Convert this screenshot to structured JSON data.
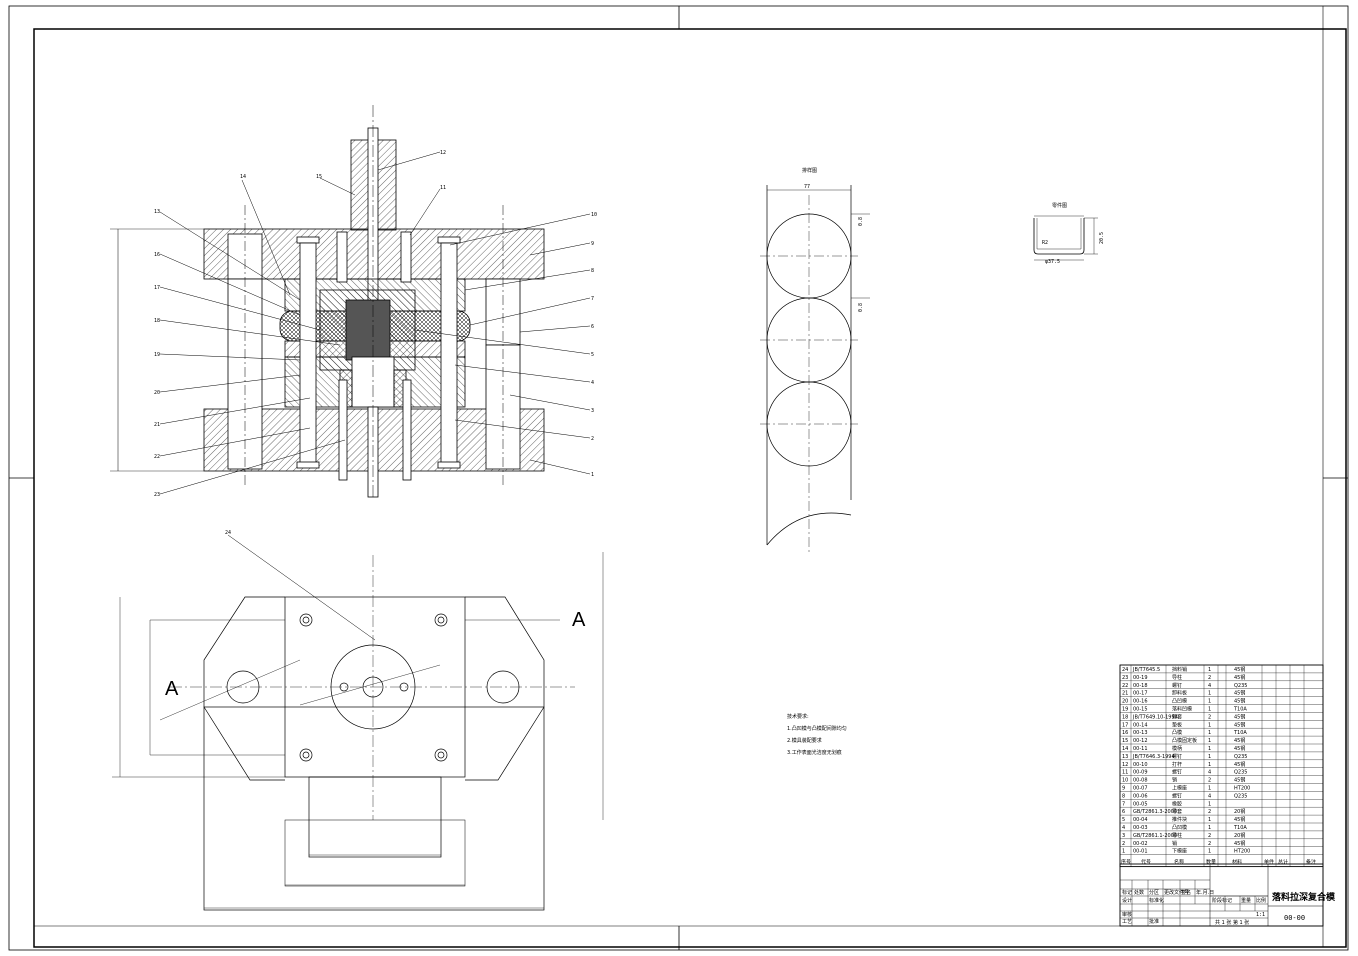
{
  "sheet": {
    "size": "A3",
    "border_color": "#000000"
  },
  "front_view": {
    "section_labels": [
      "A",
      "A"
    ],
    "leaders_left": [
      "13",
      "16",
      "17",
      "18",
      "19",
      "20",
      "21",
      "22",
      "23"
    ],
    "leaders_right": [
      "10",
      "9",
      "8",
      "7",
      "6",
      "5",
      "4",
      "3",
      "2",
      "1"
    ],
    "leaders_top": [
      "14",
      "15",
      "12",
      "11"
    ],
    "bottom_leader": "24"
  },
  "strip_layout": {
    "title": "排样图",
    "width_dim": "77",
    "pitch_dim_1": "0.8",
    "pitch_dim_2": "0.8"
  },
  "part_drawing": {
    "title": "零件图",
    "diameter": "φ37.5",
    "height": "20.5",
    "radius": "R2"
  },
  "technical_requirements": {
    "heading": "技术要求:",
    "items": [
      "1.凸凹模与凸模配间隙均匀",
      "2.模具装配要求",
      "3.工作表面光洁度无划痕"
    ]
  },
  "bom": {
    "rows": [
      {
        "no": "24",
        "code": "JB/T7645.5",
        "name": "挡料销",
        "qty": "1",
        "mat": "45钢"
      },
      {
        "no": "23",
        "code": "00-19",
        "name": "导柱",
        "qty": "2",
        "mat": "45钢"
      },
      {
        "no": "22",
        "code": "00-18",
        "name": "螺钉",
        "qty": "4",
        "mat": "Q235"
      },
      {
        "no": "21",
        "code": "00-17",
        "name": "卸料板",
        "qty": "1",
        "mat": "45钢"
      },
      {
        "no": "20",
        "code": "00-16",
        "name": "凸凹模",
        "qty": "1",
        "mat": "45钢"
      },
      {
        "no": "19",
        "code": "00-15",
        "name": "落料凹模",
        "qty": "1",
        "mat": "T10A"
      },
      {
        "no": "18",
        "code": "JB/T7649.10-1994",
        "name": "导套",
        "qty": "2",
        "mat": "45钢"
      },
      {
        "no": "17",
        "code": "00-14",
        "name": "垫板",
        "qty": "1",
        "mat": "45钢"
      },
      {
        "no": "16",
        "code": "00-13",
        "name": "凸模",
        "qty": "1",
        "mat": "T10A"
      },
      {
        "no": "15",
        "code": "00-12",
        "name": "凸模固定板",
        "qty": "1",
        "mat": "45钢"
      },
      {
        "no": "14",
        "code": "00-11",
        "name": "模柄",
        "qty": "1",
        "mat": "45钢"
      },
      {
        "no": "13",
        "code": "JB/T7646.3-1994",
        "name": "螺钉",
        "qty": "1",
        "mat": "Q235"
      },
      {
        "no": "12",
        "code": "00-10",
        "name": "打杆",
        "qty": "1",
        "mat": "45钢"
      },
      {
        "no": "11",
        "code": "00-09",
        "name": "螺钉",
        "qty": "4",
        "mat": "Q235"
      },
      {
        "no": "10",
        "code": "00-08",
        "name": "销",
        "qty": "2",
        "mat": "45钢"
      },
      {
        "no": "9",
        "code": "00-07",
        "name": "上模座",
        "qty": "1",
        "mat": "HT200"
      },
      {
        "no": "8",
        "code": "00-06",
        "name": "螺钉",
        "qty": "4",
        "mat": "Q235"
      },
      {
        "no": "7",
        "code": "00-05",
        "name": "橡胶",
        "qty": "1",
        "mat": ""
      },
      {
        "no": "6",
        "code": "GB/T2861.3-2008",
        "name": "导套",
        "qty": "2",
        "mat": "20钢"
      },
      {
        "no": "5",
        "code": "00-04",
        "name": "推件块",
        "qty": "1",
        "mat": "45钢"
      },
      {
        "no": "4",
        "code": "00-03",
        "name": "凸凹模",
        "qty": "1",
        "mat": "T10A"
      },
      {
        "no": "3",
        "code": "GB/T2861.1-2008",
        "name": "导柱",
        "qty": "2",
        "mat": "20钢"
      },
      {
        "no": "2",
        "code": "00-02",
        "name": "销",
        "qty": "2",
        "mat": "45钢"
      },
      {
        "no": "1",
        "code": "00-01",
        "name": "下模座",
        "qty": "1",
        "mat": "HT200"
      }
    ],
    "header": [
      "序号",
      "代号",
      "名称",
      "数量",
      "材料",
      "单件",
      "总计",
      "备注"
    ]
  },
  "title_block": {
    "drawing_title": "落料拉深复合模",
    "drawing_number": "00-00",
    "scale": "1:1",
    "sheet_info": "共 1 张   第 1 张",
    "labels": [
      "标记",
      "处数",
      "分区",
      "更改文件号",
      "签名",
      "年.月.日",
      "设计",
      "标准化",
      "阶段标记",
      "重量",
      "比例",
      "审核",
      "工艺",
      "批准"
    ]
  }
}
